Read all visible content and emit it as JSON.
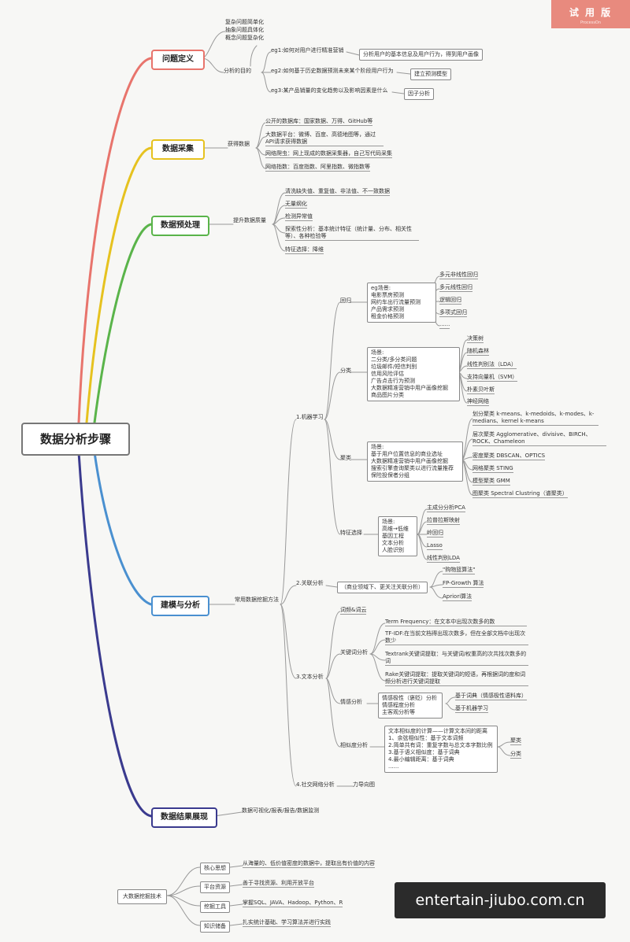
{
  "badge": {
    "title": "试 用 版",
    "sub": "ProcessOn"
  },
  "watermark": "entertain-jiubo.com.cn",
  "root": "数据分析步骤",
  "branches": {
    "problem": {
      "label": "问题定义",
      "color": "#e8746c",
      "simplify": [
        "复杂问题简单化",
        "抽象问题具体化",
        "概念问题复杂化"
      ],
      "purpose": "分析的目的",
      "e1": "eg1:如何对用户进行精准营销",
      "r1": "分析用户的基本信息及用户行为，得到用户画像",
      "e2": "eg2:如何基于历史数据预测未来某个阶段用户行为",
      "r2": "建立预测模型",
      "e3": "eg3:某产品销量的变化趋势以及影响因素是什么",
      "r3": "因子分析"
    },
    "collect": {
      "label": "数据采集",
      "color": "#e6c21f",
      "sub": "获得数据",
      "items": [
        "公开的数据库：国家数据、万得、GitHub等",
        "大数据平台：微博、百度、高德地图等，通过API请求获得数据",
        "网络爬虫：网上现成的数据采集器，自己写代码采集",
        "网络指数：百度指数、阿里指数、微指数等"
      ]
    },
    "prep": {
      "label": "数据预处理",
      "color": "#5ab44a",
      "sub": "提升数据质量",
      "items": [
        "清洗缺失值、重复值、非法值、不一致数据",
        "无量纲化",
        "检测异常值",
        "探索性分析：基本统计特征（统计量、分布、相关性等）、各种检验等",
        "特征选择：降维"
      ]
    },
    "model": {
      "label": "建模与分析",
      "color": "#4a90d0",
      "sub": "常用数据挖掘方法",
      "ml": "1.机器学习",
      "reg": {
        "label": "回归",
        "scene": "eg场景:\n电影票房预测\n网约车出行流量预测\n产品需求预测\n租金价格预测",
        "items": [
          "多元非线性回归",
          "多元线性回归",
          "逻辑回归",
          "多项式回归",
          "......"
        ]
      },
      "cls": {
        "label": "分类",
        "scene": "场景:\n二分类/多分类问题\n垃圾邮件/短信判别\n信用风险评估\n广告点击行为预测\n大数据精准营销中用户画像挖掘\n商品图片分类",
        "items": [
          "决策树",
          "随机森林",
          "线性判别法（LDA）",
          "支持向量机（SVM）",
          "朴素贝叶斯",
          "神经网络"
        ]
      },
      "clu": {
        "label": "聚类",
        "scene": "场景:\n基于用户位置信息的商业选址\n大数据精准营销中用户画像挖掘\n搜索引擎查询聚类以进行流量推荐\n保险投保者分组",
        "items": [
          "划分聚类 k-means、k-medoids、k-modes、k-medians、kernel k-means",
          "层次聚类 Agglomerative、divisive、BIRCH、ROCK、Chameleon",
          "密度聚类 DBSCAN、OPTICS",
          "网格聚类 STING",
          "模型聚类 GMM",
          "图聚类 Spectral Clustring（谱聚类）"
        ]
      },
      "fs": {
        "label": "特征选择",
        "scene": "场景:\n高维→低维\n基因工程\n文本分析\n人脸识别",
        "items": [
          "主成分分析PCA",
          "拉普拉斯映射",
          "岭回归",
          "Lasso",
          "线性判别LDA"
        ]
      },
      "assoc": {
        "label": "2.关联分析",
        "scene": "（商业领域下、更关注关联分析）",
        "items": [
          "\"购物篮算法\"",
          "FP-Growth 算法",
          "Apriori算法"
        ]
      },
      "text": {
        "label": "3.文本分析",
        "cloud": "词频&词云",
        "kw": "关键词分析",
        "kwItems": [
          "Term Frequency：在文本中出现次数多的数",
          "TF-IDF:在当前文档得出现次数多，但在全部文档中出现次数少",
          "Textrank关键词提取：与关键词/权重高的次共找次数多的词",
          "Rake关键词提取：提取关键词的短语，再根据词的度和词频分析进行关键词提取"
        ],
        "sent": "情感分析",
        "sentScene": "情感极性（褒贬）分析\n情感程度分析\n主客观分析等",
        "sentItems": [
          "基于词典（情感极性语料库）",
          "基于机器学习"
        ],
        "sim": "相似度分析",
        "simText": "文本相似度的计算——计算文本间的距离\n1、余弦相似性：基于文本词频\n2.简单共有词：重复字数与总文本字数比例\n3.基于语义相似度：基于词典\n4.最小编辑距离：基于词典\n......",
        "simItems": [
          "聚类",
          "分类"
        ]
      },
      "sna": {
        "label": "4.社交网络分析",
        "sub": "力导向图"
      }
    },
    "show": {
      "label": "数据结果展现",
      "color": "#3a3a8e",
      "sub": "数据可视化/报表/报告/数据监测"
    }
  },
  "mining": {
    "title": "大数据挖掘技术",
    "rows": [
      {
        "k": "核心思想",
        "v": "从海量的、低价值密度的数据中，提取出有价值的内容"
      },
      {
        "k": "平台资源",
        "v": "善于寻找资源、利用开放平台"
      },
      {
        "k": "挖掘工具",
        "v": "掌握SQL、JAVA、Hadoop、Python、R"
      },
      {
        "k": "知识储备",
        "v": "扎实统计基础、学习算法并进行实践"
      }
    ]
  }
}
